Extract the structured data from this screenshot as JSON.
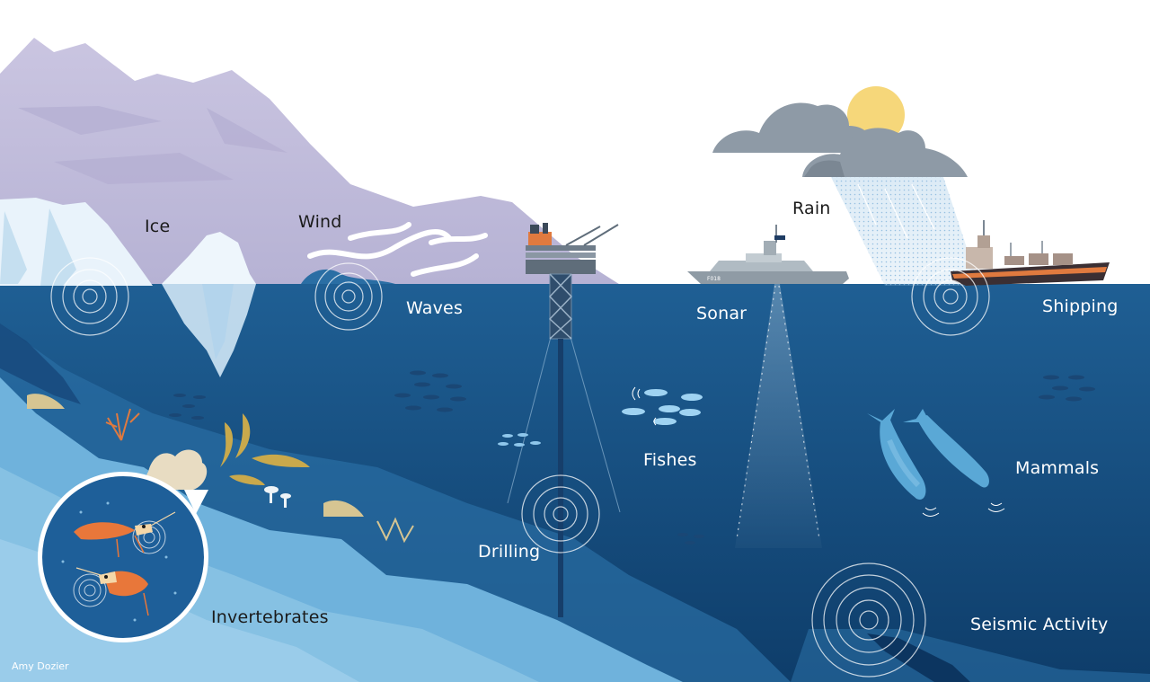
{
  "labels": {
    "ice": "Ice",
    "wind": "Wind",
    "rain": "Rain",
    "waves": "Waves",
    "sonar": "Sonar",
    "shipping": "Shipping",
    "fishes": "Fishes",
    "mammals": "Mammals",
    "drilling": "Drilling",
    "invertebrates": "Invertebrates",
    "seismic": "Seismic Activity"
  },
  "ship_hull_number": "F018",
  "credit": "Amy Dozier",
  "colors": {
    "sky": "#ffffff",
    "mountain": "#c8c3df",
    "ocean_surface": "#1f5f94",
    "ocean_deep": "#10406e",
    "seafloor_light": "#6fb2dc",
    "sun": "#f6d77a",
    "cloud": "#8e9aa6",
    "shrimp": "#e8773a"
  }
}
